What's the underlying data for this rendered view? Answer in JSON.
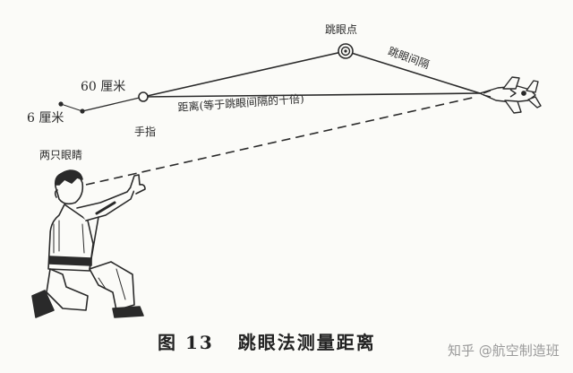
{
  "labels": {
    "jump_point": "跳眼点",
    "jump_interval": "跳眼间隔",
    "sixty_cm": "60 厘米",
    "six_cm": "6 厘米",
    "finger": "手指",
    "distance": "距离(等于跳眼间隔的十倍)",
    "two_eyes": "两只眼睛"
  },
  "caption": {
    "figure": "图 13",
    "title": "跳眼法测量距离"
  },
  "watermark": "知乎 @航空制造班",
  "icons": {
    "target": "bullseye-icon",
    "airplane": "airplane-icon",
    "soldier": "kneeling-soldier-figure"
  },
  "colors": {
    "ink": "#2a2a2a",
    "paper": "#fbfbf8"
  }
}
